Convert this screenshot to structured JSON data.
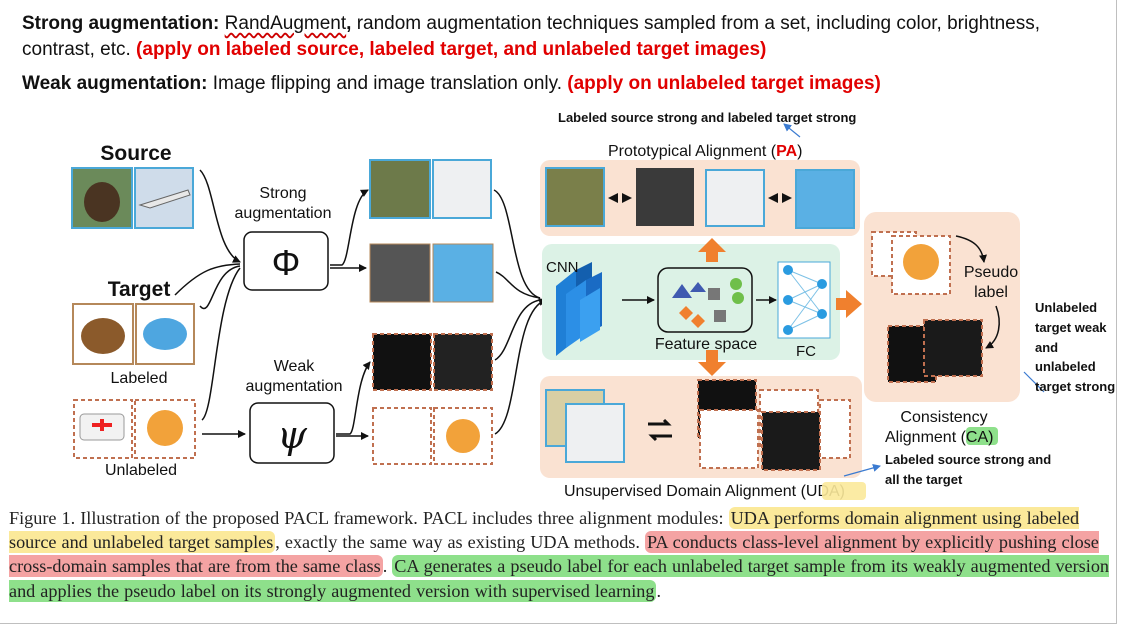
{
  "intro": {
    "strong_label": "Strong augmentation:",
    "strong_link": "RandAugment",
    "strong_comma": ",",
    "strong_text_a": " random augmentation techniques sampled from a set, including color, brightness,",
    "strong_text_b": "contrast, etc. ",
    "strong_apply": "(apply on labeled source, labeled target, and unlabeled target images)",
    "weak_label": "Weak augmentation:",
    "weak_text": " Image flipping and image translation only. ",
    "weak_apply": "(apply on unlabeled target images)"
  },
  "diagram": {
    "source_label": "Source",
    "target_label": "Target",
    "labeled_label": "Labeled",
    "unlabeled_label": "Unlabeled",
    "strong_aug_line1": "Strong",
    "strong_aug_line2": "augmentation",
    "phi_symbol": "Φ",
    "weak_aug_line1": "Weak",
    "weak_aug_line2": "augmentation",
    "psi_symbol": "ψ",
    "pa_title": "Prototypical Alignment (",
    "pa_abbr": "PA",
    "pa_close": ")",
    "cnn_label": "CNN",
    "feature_space_label": "Feature space",
    "fc_label": "FC",
    "pseudo_line1": "Pseudo",
    "pseudo_line2": "label",
    "ca_line1": "Consistency",
    "ca_line2a": "Alignment (",
    "ca_abbr": "CA",
    "ca_close": ")",
    "uda_title": "Unsupervised Domain Alignment (",
    "uda_abbr": "UDA",
    "uda_close": ")"
  },
  "annotations": {
    "pa_note": "Labeled source strong and labeled target strong",
    "ca_note": [
      "Unlabeled",
      "target weak",
      "and",
      "unlabeled",
      "target strong"
    ],
    "uda_note_line1": "Labeled source strong and",
    "uda_note_line2": "all the target"
  },
  "caption": {
    "plain_1": "Figure 1. Illustration of the proposed PACL framework.  PACL includes three alignment modules: ",
    "uda_hl": "UDA performs domain alignment using labeled source and unlabeled target samples",
    "plain_2": ", exactly the same way as existing UDA methods. ",
    "pa_hl": "PA conducts class-level alignment by explicitly pushing close cross-domain samples that are from the same class",
    "plain_3": ". ",
    "ca_hl": "CA generates a pseudo label for each unlabeled target sample from its weakly augmented version and applies the pseudo label on its strongly augmented version with supervised learning",
    "plain_4": "."
  },
  "colors": {
    "panel_peach": "#fae2d2",
    "panel_mint": "#dcf2e6",
    "arrow_orange": "#f0802e",
    "cnn_blue": "#1f7fd6",
    "apply_red": "#e10000",
    "uda_yellow": "#fbe99a",
    "pa_red": "#f4a3a3",
    "ca_green": "#8ee08b"
  }
}
